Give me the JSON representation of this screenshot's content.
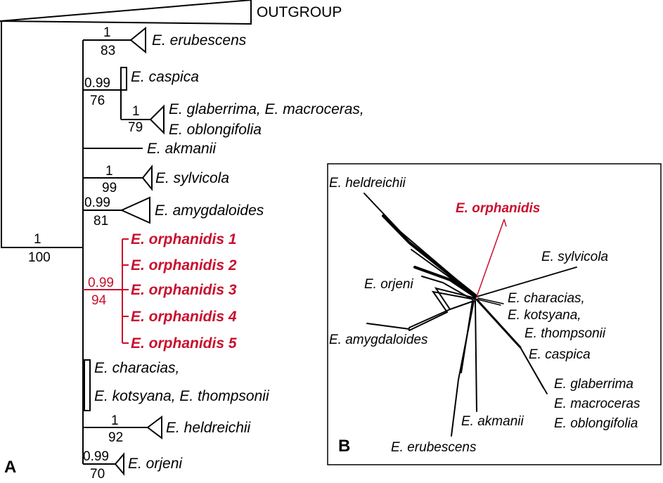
{
  "panels": {
    "a": "A",
    "b": "B"
  },
  "tree": {
    "outgroup": "OUTGROUP",
    "root_support": {
      "pp": "1",
      "bs": "100"
    },
    "clades": {
      "erubescens": {
        "label": "E. erubescens",
        "pp": "1",
        "bs": "83"
      },
      "caspica_group": {
        "pp": "0.99",
        "bs": "76"
      },
      "caspica": {
        "label": "E. caspica"
      },
      "glaberrima": {
        "line1": "E. glaberrima, E. macroceras,",
        "line2": "E. oblongifolia",
        "pp": "1",
        "bs": "79"
      },
      "akmanii": {
        "label": "E. akmanii"
      },
      "sylvicola": {
        "label": "E. sylvicola",
        "pp": "1",
        "bs": "99"
      },
      "amygdaloides": {
        "label": "E. amygdaloides",
        "pp": "0.99",
        "bs": "81"
      },
      "orphanidis": {
        "pp": "0.99",
        "bs": "94",
        "tips": [
          "E. orphanidis 1",
          "E. orphanidis 2",
          "E. orphanidis 3",
          "E. orphanidis 4",
          "E. orphanidis 5"
        ]
      },
      "characias": {
        "line1": "E. characias,",
        "line2": "E. kotsyana, E. thompsonii"
      },
      "heldreichii": {
        "label": "E. heldreichii",
        "pp": "1",
        "bs": "92"
      },
      "orjeni": {
        "label": "E. orjeni",
        "pp": "0.99",
        "bs": "70"
      }
    }
  },
  "network": {
    "heldreichii": "E. heldreichii",
    "orphanidis": "E. orphanidis",
    "sylvicola": "E. sylvicola",
    "orjeni": "E. orjeni",
    "characias": "E. characias,",
    "kotsyana": "E. kotsyana,",
    "thompsonii": "E. thompsonii",
    "caspica": "E. caspica",
    "amygdaloides": "E. amygdaloides",
    "glaberrima": "E. glaberrima",
    "macroceras": "E. macroceras",
    "oblongifolia": "E. oblongifolia",
    "akmanii": "E. akmanii",
    "erubescens": "E. erubescens"
  },
  "colors": {
    "highlight": "#c8102e",
    "ink": "#000000"
  }
}
